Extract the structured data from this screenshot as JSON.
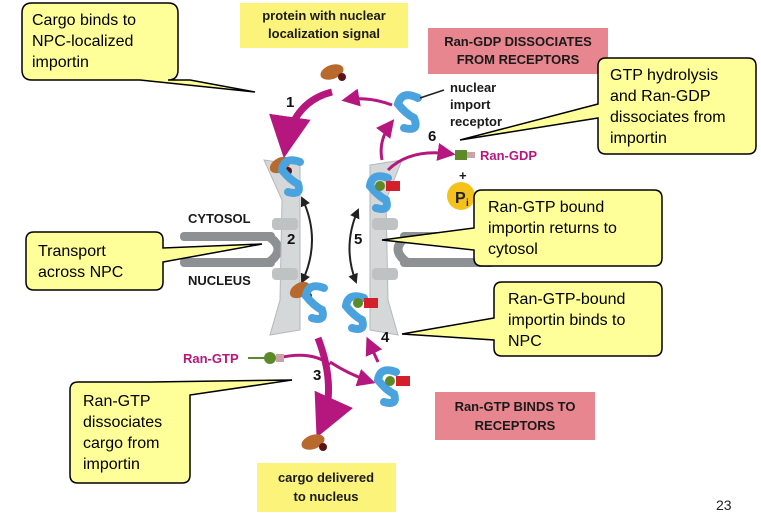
{
  "callouts": {
    "cargo_binds": [
      "Cargo binds to",
      "NPC-localized",
      "importin"
    ],
    "transport": [
      "Transport",
      "across NPC"
    ],
    "ran_gtp_dissociates": [
      "Ran-GTP",
      "dissociates",
      "cargo from",
      "importin"
    ],
    "gtp_hydrolysis": [
      "GTP hydrolysis",
      "and Ran-GDP",
      "dissociates from",
      "importin"
    ],
    "ran_gtp_returns": [
      "Ran-GTP bound",
      "importin returns to",
      "cytosol"
    ],
    "ran_gtp_binds_npc": [
      "Ran-GTP-bound",
      "importin binds to",
      "NPC"
    ]
  },
  "labels": {
    "protein_nls": [
      "protein with nuclear",
      "localization signal"
    ],
    "cargo_delivered": [
      "cargo delivered",
      "to nucleus"
    ],
    "ran_gdp_dissociates": [
      "Ran-GDP DISSOCIATES",
      "FROM RECEPTORS"
    ],
    "ran_gtp_binds_receptors": [
      "Ran-GTP BINDS TO",
      "RECEPTORS"
    ],
    "nuclear_import_receptor": [
      "nuclear",
      "import",
      "receptor"
    ],
    "cytosol": "CYTOSOL",
    "nucleus": "NUCLEUS",
    "ran_gdp": "Ran-GDP",
    "ran_gtp": "Ran-GTP",
    "plus": "+",
    "pi": "P",
    "pi_sub": "i"
  },
  "steps": [
    "1",
    "2",
    "3",
    "4",
    "5",
    "6"
  ],
  "page_number": "23",
  "colors": {
    "callout_fill": "#ffff99",
    "label_fill": "#fbf37a",
    "pink_label_fill": "#e8868f",
    "arrow_magenta": "#b5177e",
    "importin_blue": "#4aa3de",
    "cargo_brown": "#b86a2e",
    "ran_red": "#d4202a",
    "ran_green": "#5c8a2a",
    "pi_yellow": "#f4c21b",
    "npc_gray": "#c9cccd"
  }
}
